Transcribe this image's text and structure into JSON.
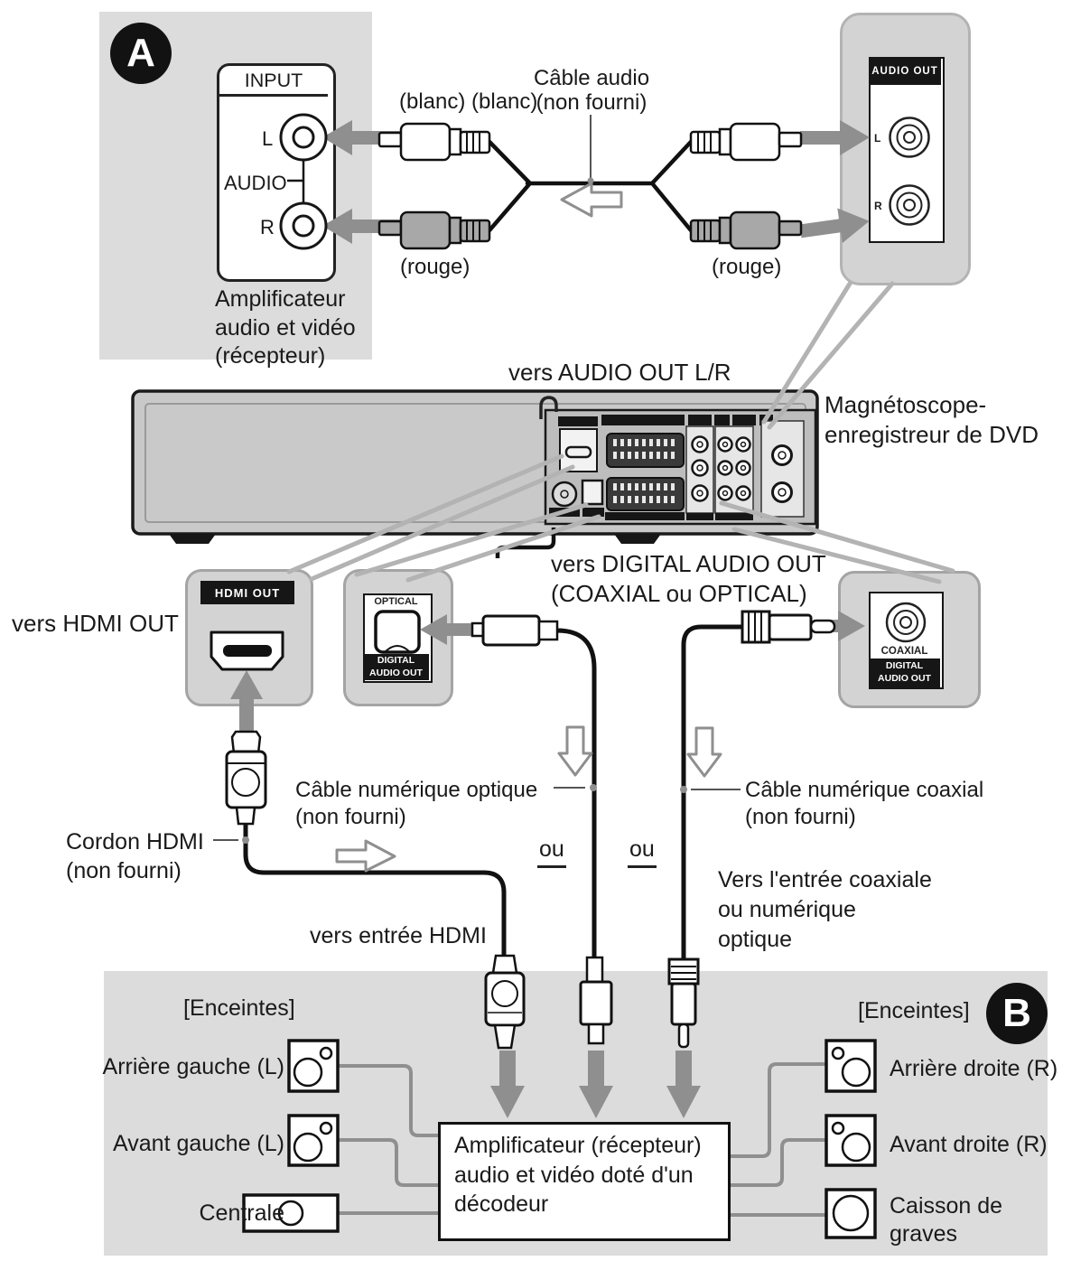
{
  "colors": {
    "panel_gray": "#dcdcdc",
    "small_panel_gray": "#d3d3d3",
    "arrow_gray": "#8f8f8f",
    "callout_gray": "#b3b3b3",
    "recorder_gray": "#c9c9c9",
    "black": "#161616"
  },
  "section_a": {
    "badge": "A",
    "input_box_title": "INPUT",
    "jack_l": "L",
    "jack_r": "R",
    "audio_label": "AUDIO",
    "caption": "Amplificateur\naudio et vidéo\n(récepteur)"
  },
  "audio_cable": {
    "blanc_pair": "(blanc) (blanc)",
    "name": "Câble audio",
    "not_supplied": "(non fourni)",
    "rouge_left": "(rouge)",
    "rouge_right": "(rouge)"
  },
  "audio_out_panel": {
    "title": "AUDIO OUT",
    "jack_l": "L",
    "jack_r": "R"
  },
  "recorder": {
    "to_audio_out": "vers AUDIO OUT L/R",
    "device_name": "Magnétoscope-\nenregistreur de DVD"
  },
  "hdmi": {
    "to_hdmi_out": "vers HDMI OUT",
    "panel_title": "HDMI OUT",
    "cord_label": "Cordon HDMI\n(non fourni)",
    "to_hdmi_input": "vers entrée HDMI"
  },
  "digital_audio": {
    "heading": "vers DIGITAL AUDIO OUT\n(COAXIAL ou OPTICAL)",
    "optical_title": "OPTICAL",
    "optical_band": "DIGITAL\nAUDIO OUT",
    "coaxial_title": "COAXIAL",
    "coaxial_band": "DIGITAL\nAUDIO OUT",
    "optical_cable_label": "Câble numérique optique\n(non fourni)",
    "coaxial_cable_label": "Câble numérique coaxial\n(non fourni)",
    "or_1": "ou",
    "or_2": "ou",
    "to_coax_or_optical": "Vers l'entrée coaxiale\nou numérique\noptique"
  },
  "section_b": {
    "badge": "B",
    "speakers_label_left": "[Enceintes]",
    "speakers_label_right": "[Enceintes]",
    "speakers": {
      "rear_left": "Arrière gauche (L)",
      "front_left": "Avant gauche (L)",
      "center": "Centrale",
      "rear_right": "Arrière droite (R)",
      "front_right": "Avant droite (R)",
      "subwoofer": "Caisson de\ngraves"
    },
    "amplifier": "Amplificateur (récepteur)\naudio et vidéo doté d'un\ndécodeur"
  }
}
